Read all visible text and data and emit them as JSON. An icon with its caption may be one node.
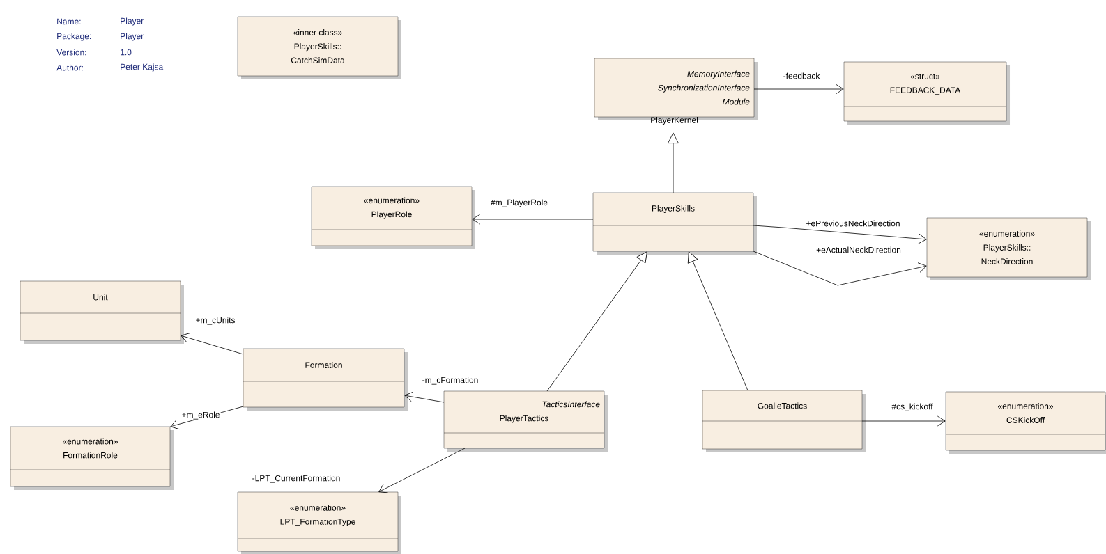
{
  "diagram": {
    "nodes": [
      {
        "text": [
          "«inner class»",
          "PlayerSkills:: CatchSimData"
        ]
      },
      {
        "text": [
          "MemoryInterface",
          "SynchronizationInterface",
          "Module",
          "PlayerKernel"
        ]
      },
      {
        "text": [
          "«struct»",
          "FEEDBACK_DATA"
        ]
      },
      {
        "text": [
          "«enumeration»",
          "PlayerRole"
        ]
      },
      {
        "text": [
          "PlayerSkills"
        ]
      },
      {
        "text": [
          "«enumeration»",
          "PlayerSkills:: NeckDirection"
        ]
      },
      {
        "text": [
          "Unit"
        ]
      },
      {
        "text": [
          "Formation"
        ]
      },
      {
        "text": [
          "TacticsInterface",
          "PlayerTactics"
        ]
      },
      {
        "text": [
          "GoalieTactics"
        ]
      },
      {
        "text": [
          "«enumeration»",
          "CSKickOff"
        ]
      },
      {
        "text": [
          "«enumeration»",
          "FormationRole"
        ]
      },
      {
        "text": [
          "«enumeration»",
          "LPT_FormationType"
        ]
      }
    ],
    "edges": [
      {
        "from": 1,
        "to": 2,
        "arrow": "to",
        "label": "-feedback"
      },
      {
        "from": 4,
        "to": 1,
        "arrow": "to"
      },
      {
        "from": 4,
        "to": 3,
        "arrow": "to",
        "label": "#m_PlayerRole"
      },
      {
        "from": 4,
        "to": 5,
        "arrow": "to",
        "label": "+ePreviousNeckDirection"
      },
      {
        "from": 4,
        "to": 5,
        "arrow": "to",
        "label": "+eActualNeckDirection"
      },
      {
        "from": 7,
        "to": 6,
        "arrow": "to",
        "label": "+m_cUnits"
      },
      {
        "from": 7,
        "to": 11,
        "arrow": "to",
        "label": "+m_eRole"
      },
      {
        "from": 8,
        "to": 7,
        "arrow": "to",
        "label": "-m_cFormation"
      },
      {
        "from": 8,
        "to": 4,
        "arrow": "to"
      },
      {
        "from": 9,
        "to": 4,
        "arrow": "to"
      },
      {
        "from": 8,
        "to": 12,
        "arrow": "to",
        "label": "-LPT_CurrentFormation"
      },
      {
        "from": 9,
        "to": 10,
        "arrow": "to",
        "label": "#cs_kickoff"
      }
    ],
    "labels": [
      "Name:",
      "Player",
      "Package:",
      "Player",
      "Version:",
      "1.0",
      "Author:",
      "Peter Kajsa"
    ]
  }
}
